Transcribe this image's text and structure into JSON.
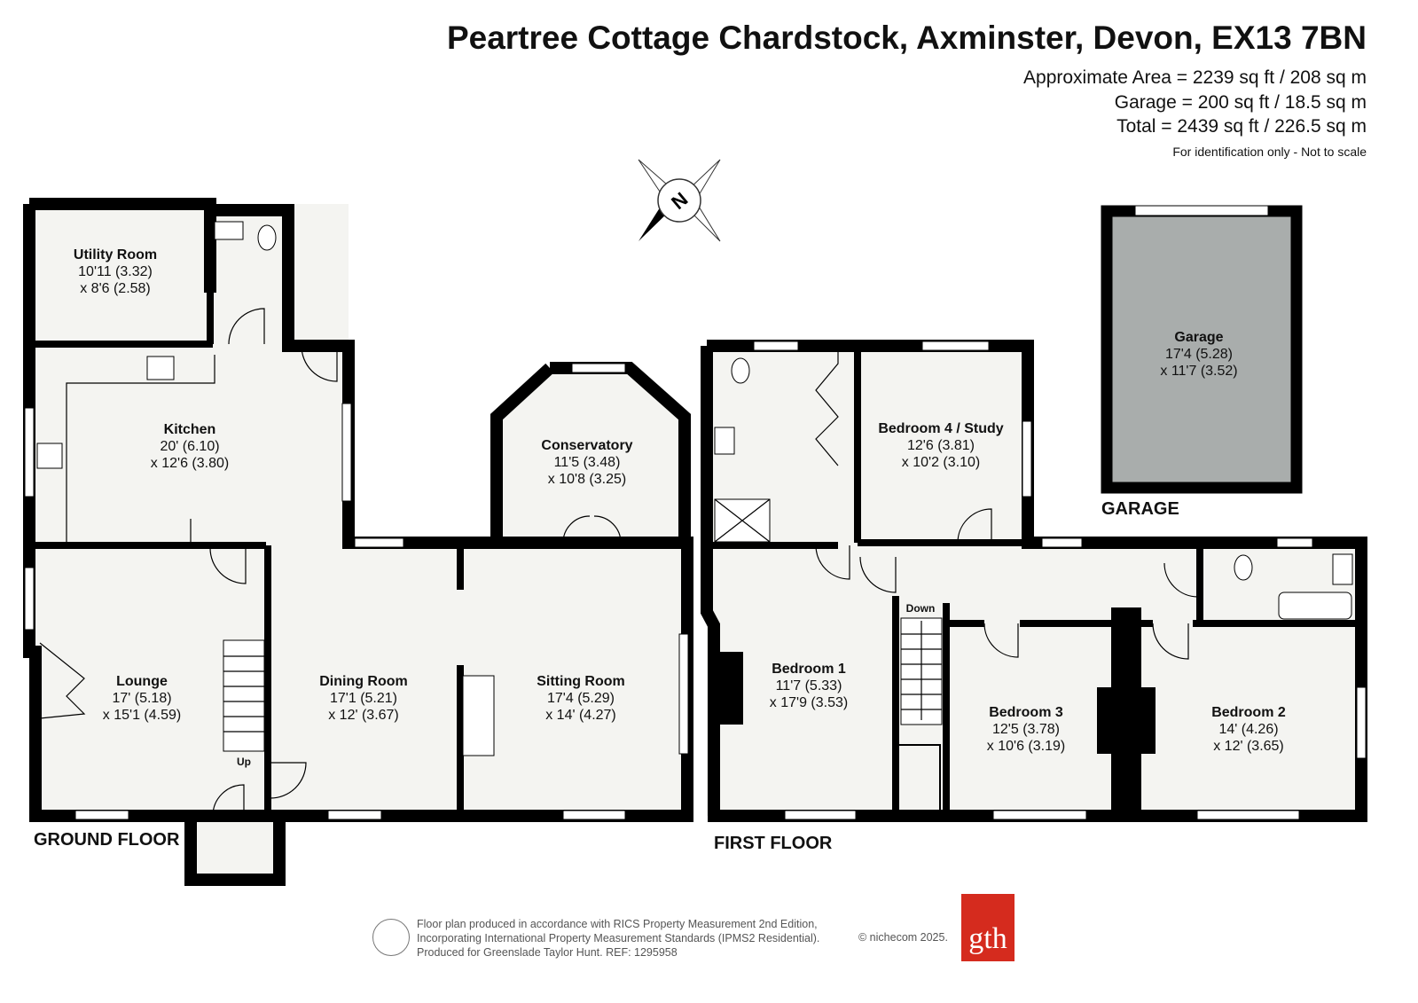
{
  "header": {
    "title": "Peartree Cottage Chardstock, Axminster, Devon, EX13 7BN",
    "approx_area": "Approximate Area = 2239 sq ft / 208 sq m",
    "garage_area": "Garage = 200 sq ft / 18.5 sq m",
    "total_area": "Total = 2439 sq ft / 226.5 sq m",
    "note": "For identification only - Not to scale"
  },
  "compass": {
    "label": "N"
  },
  "ground_floor": {
    "label": "GROUND FLOOR",
    "rooms": [
      {
        "name": "Utility Room",
        "dim1": "10'11 (3.32)",
        "dim2": "x 8'6 (2.58)"
      },
      {
        "name": "Kitchen",
        "dim1": "20' (6.10)",
        "dim2": "x 12'6 (3.80)"
      },
      {
        "name": "Conservatory",
        "dim1": "11'5 (3.48)",
        "dim2": "x 10'8 (3.25)"
      },
      {
        "name": "Lounge",
        "dim1": "17' (5.18)",
        "dim2": "x 15'1 (4.59)"
      },
      {
        "name": "Dining Room",
        "dim1": "17'1 (5.21)",
        "dim2": "x 12' (3.67)"
      },
      {
        "name": "Sitting Room",
        "dim1": "17'4 (5.29)",
        "dim2": "x 14' (4.27)"
      }
    ],
    "stairs_label": "Up"
  },
  "first_floor": {
    "label": "FIRST FLOOR",
    "rooms": [
      {
        "name": "Bedroom 4 / Study",
        "dim1": "12'6 (3.81)",
        "dim2": "x 10'2 (3.10)"
      },
      {
        "name": "Bedroom 1",
        "dim1": "11'7 (5.33)",
        "dim2": "x 17'9 (3.53)"
      },
      {
        "name": "Bedroom 3",
        "dim1": "12'5 (3.78)",
        "dim2": "x 10'6 (3.19)"
      },
      {
        "name": "Bedroom 2",
        "dim1": "14' (4.26)",
        "dim2": "x 12' (3.65)"
      }
    ],
    "stairs_label": "Down"
  },
  "garage": {
    "label": "GARAGE",
    "name": "Garage",
    "dim1": "17'4 (5.28)",
    "dim2": "x 11'7 (3.52)"
  },
  "footer": {
    "line1": "Floor plan produced in accordance with RICS Property Measurement 2nd Edition,",
    "line2": "Incorporating International Property Measurement Standards (IPMS2 Residential).",
    "line3": "Produced for Greenslade Taylor Hunt.   REF:  1295958",
    "copyright": "© nichecom 2025.",
    "logo": "gth"
  },
  "colors": {
    "wall": "#000000",
    "floor": "#f4f4f1",
    "garage": "#a9adac",
    "logo": "#d52b1e"
  }
}
